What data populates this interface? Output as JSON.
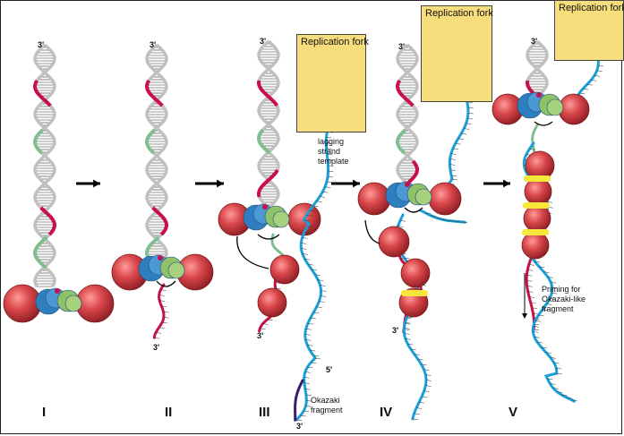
{
  "colors": {
    "helix": "#c0c0c0",
    "red_strand": "#c8104a",
    "green_strand": "#7fbf8f",
    "blue_strand": "#1aa0d8",
    "okazaki": "#3a1e6a",
    "sphere": "#d9474a",
    "mcm_blue": "#2f7fc0",
    "mcm_green": "#8fc06a",
    "primer_yellow": "#f5e83a",
    "fork_box": "#f7dd7b"
  },
  "labels": {
    "prime_3": "3'",
    "prime_5": "5'",
    "replication_fork": "Replication fork",
    "lagging_template": "lagging\nstrand\ntemplate",
    "okazaki_fragment": "Okazaki\nfragment",
    "priming_note": "Priming for\nOkazaki-like\nfragment"
  },
  "stages": [
    {
      "label": "I"
    },
    {
      "label": "II"
    },
    {
      "label": "III"
    },
    {
      "label": "IV"
    },
    {
      "label": "V"
    }
  ]
}
